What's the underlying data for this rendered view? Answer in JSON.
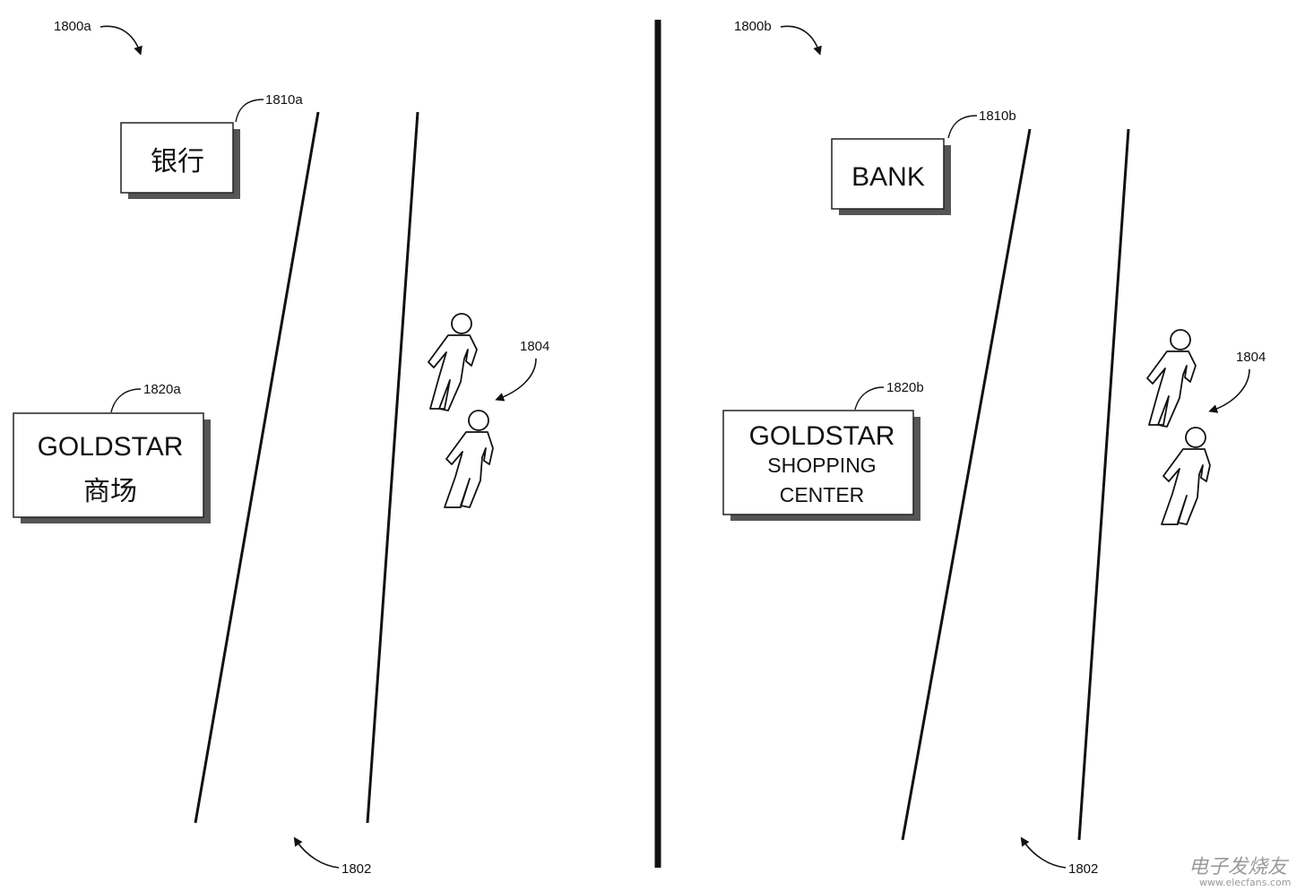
{
  "left_panel": {
    "figure_ref": "1800a",
    "sign_top": {
      "ref": "1810a",
      "text": "银行"
    },
    "sign_bottom": {
      "ref": "1820a",
      "line1": "GOLDSTAR",
      "line2": "商场"
    },
    "pedestrians_ref": "1804",
    "road_ref": "1802"
  },
  "right_panel": {
    "figure_ref": "1800b",
    "sign_top": {
      "ref": "1810b",
      "text": "BANK"
    },
    "sign_bottom": {
      "ref": "1820b",
      "line1": "GOLDSTAR",
      "line2": "SHOPPING",
      "line3": "CENTER"
    },
    "pedestrians_ref": "1804",
    "road_ref": "1802"
  },
  "watermark": {
    "text": "电子发烧友",
    "url": "www.elecfans.com"
  }
}
